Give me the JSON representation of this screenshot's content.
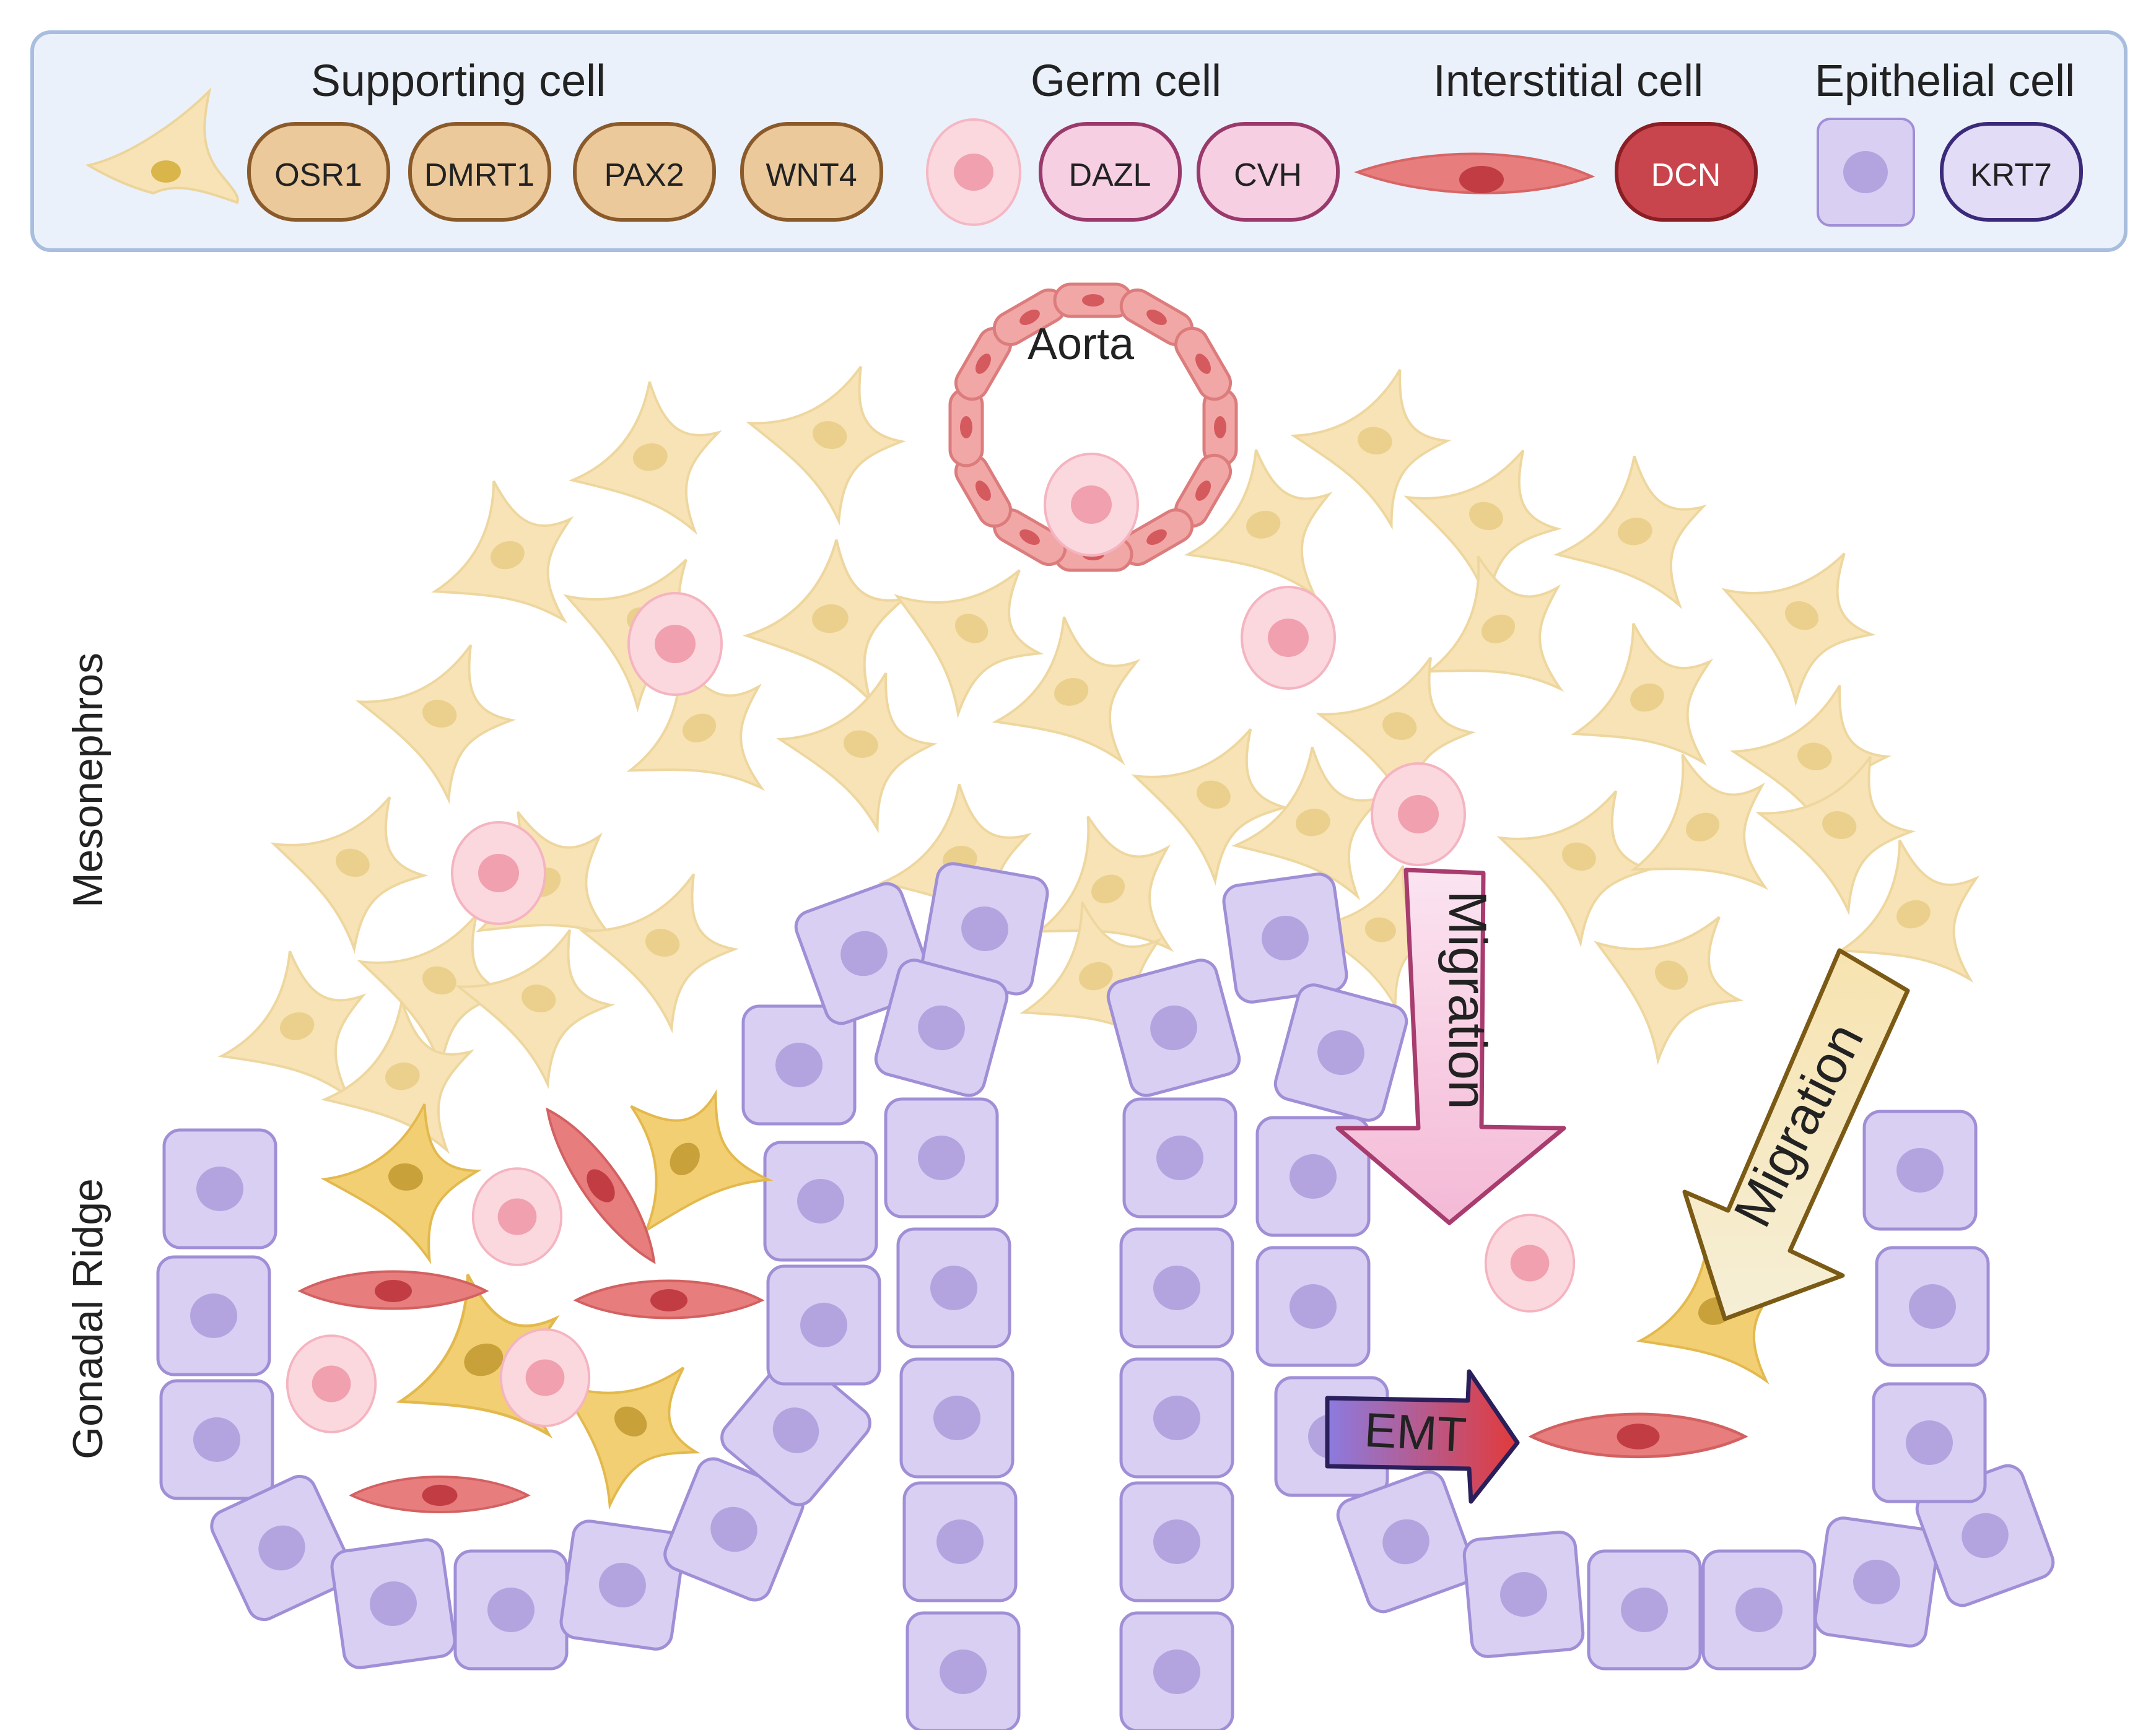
{
  "legend": {
    "groups": [
      {
        "title": "Supporting cell",
        "markers": [
          "OSR1",
          "DMRT1",
          "PAX2",
          "WNT4"
        ]
      },
      {
        "title": "Germ cell",
        "markers": [
          "DAZL",
          "CVH"
        ]
      },
      {
        "title": "Interstitial cell",
        "markers": [
          "DCN"
        ]
      },
      {
        "title": "Epithelial cell",
        "markers": [
          "KRT7"
        ]
      }
    ]
  },
  "labels": {
    "aorta": "Aorta",
    "mesonephros": "Mesonephros",
    "gonadal_ridge": "Gonadal Ridge",
    "migration_germ": "Migration",
    "migration_supporting": "Migration",
    "emt": "EMT"
  },
  "colors": {
    "supporting_fill": "#f8e3b6",
    "supporting_nucleus": "#ead08c",
    "supporting_dark_fill": "#f2cf72",
    "supporting_dark_nucleus": "#c9a13a",
    "germ_fill": "#fbd8de",
    "germ_nucleus": "#f0a0ae",
    "interstitial_fill": "#e77d7d",
    "interstitial_nucleus": "#c23c44",
    "epithelial_fill": "#d8cff3",
    "epithelial_stroke": "#a08fd6",
    "epithelial_nucleus": "#b3a4e0",
    "legend_bg": "#eaf1fa",
    "legend_border": "#a9bede",
    "dcn_fill": "#c9454d"
  }
}
